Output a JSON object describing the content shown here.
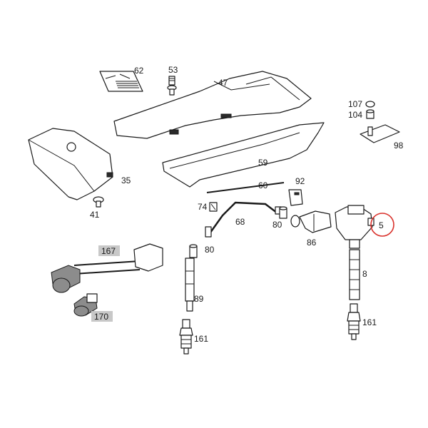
{
  "callouts": {
    "c62": "62",
    "c53": "53",
    "c47": "47",
    "c107": "107",
    "c104": "104",
    "c98": "98",
    "c35": "35",
    "c41": "41",
    "c59": "59",
    "c60": "60",
    "c92": "92",
    "c74": "74",
    "c68": "68",
    "c80a": "80",
    "c80b": "80",
    "c86": "86",
    "c5": "5",
    "c8": "8",
    "c89": "89",
    "c161a": "161",
    "c161b": "161",
    "c167": "167",
    "c170": "170"
  },
  "highlight": {
    "callout": "5",
    "color": "#d9312b"
  },
  "tag_color": "#c8c8c8"
}
